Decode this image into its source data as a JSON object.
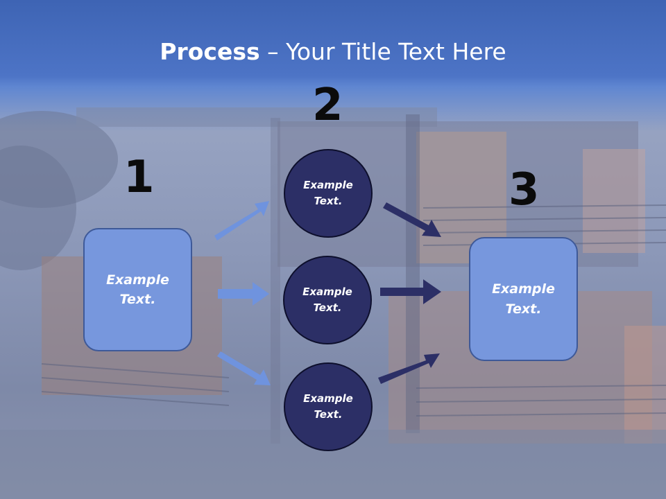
{
  "title": {
    "bold": "Process",
    "rest": " – Your Title Text Here"
  },
  "steps": {
    "one": "1",
    "two": "2",
    "three": "3"
  },
  "left_box": {
    "text": "Example\nText."
  },
  "circles": [
    {
      "text": "Example\nText."
    },
    {
      "text": "Example\nText."
    },
    {
      "text": "Example\nText."
    }
  ],
  "right_box": {
    "text": "Example\nText."
  },
  "colors": {
    "light_box": "#7797dd",
    "dark_circle": "#2c2f66",
    "light_arrow": "#6f93de",
    "dark_arrow": "#2c2f66"
  }
}
